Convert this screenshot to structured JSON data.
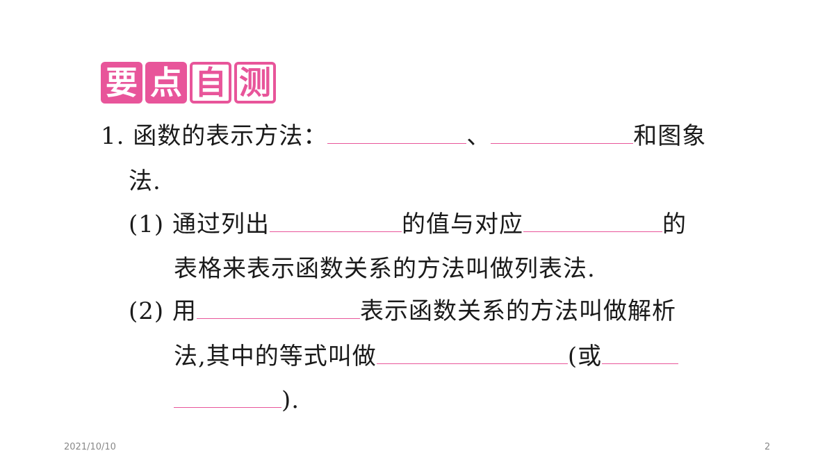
{
  "heading": {
    "chars": [
      "要",
      "点",
      "自",
      "测"
    ]
  },
  "question": {
    "number": "1.",
    "stem_text": "函数的表示方法：",
    "stem_sep": "、",
    "stem_after": "和图象",
    "stem_wrap": "法.",
    "part1": {
      "label": "(1)",
      "text_a": "通过列出",
      "text_b": "的值与对应",
      "text_c": "的",
      "text_d": "表格来表示函数关系的方法叫做列表法."
    },
    "part2": {
      "label": "(2)",
      "text_a": "用",
      "text_b": "表示函数关系的方法叫做解析",
      "text_c": "法,其中的等式叫做",
      "text_d": "(或",
      "text_e": ")."
    }
  },
  "footer": {
    "date": "2021/10/10",
    "page": "2"
  },
  "colors": {
    "accent": "#e8559a",
    "text": "#1a1a1a"
  }
}
